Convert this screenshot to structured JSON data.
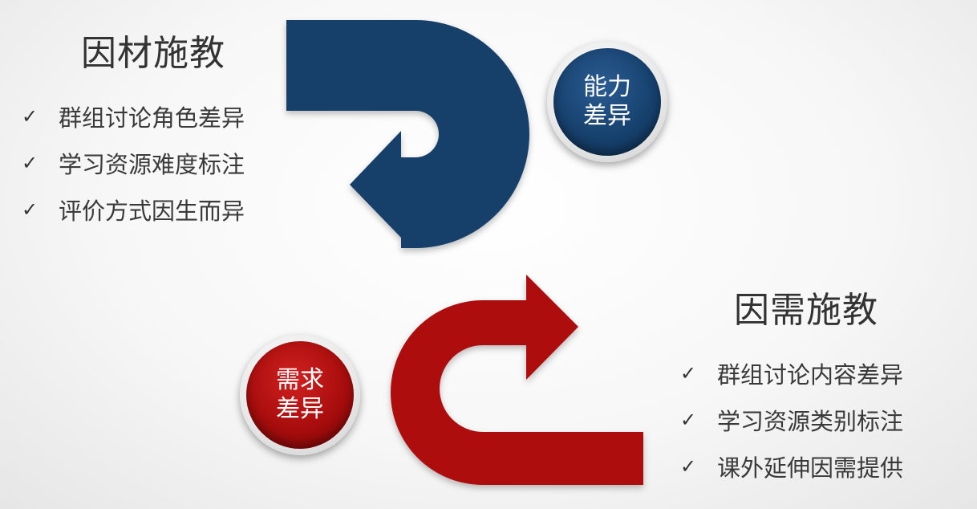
{
  "colors": {
    "blue_arrow": "#15416b",
    "red_arrow": "#ad0a0a",
    "title_text": "#333333"
  },
  "left_section": {
    "title": "因材施教",
    "items": [
      "群组讨论角色差异",
      "学习资源难度标注",
      "评价方式因生而异"
    ]
  },
  "right_section": {
    "title": "因需施教",
    "items": [
      "群组讨论内容差异",
      "学习资源类别标注",
      "课外延伸因需提供"
    ]
  },
  "badges": {
    "ability": {
      "line1": "能力",
      "line2": "差异"
    },
    "need": {
      "line1": "需求",
      "line2": "差异"
    }
  },
  "check_glyph": "✓"
}
